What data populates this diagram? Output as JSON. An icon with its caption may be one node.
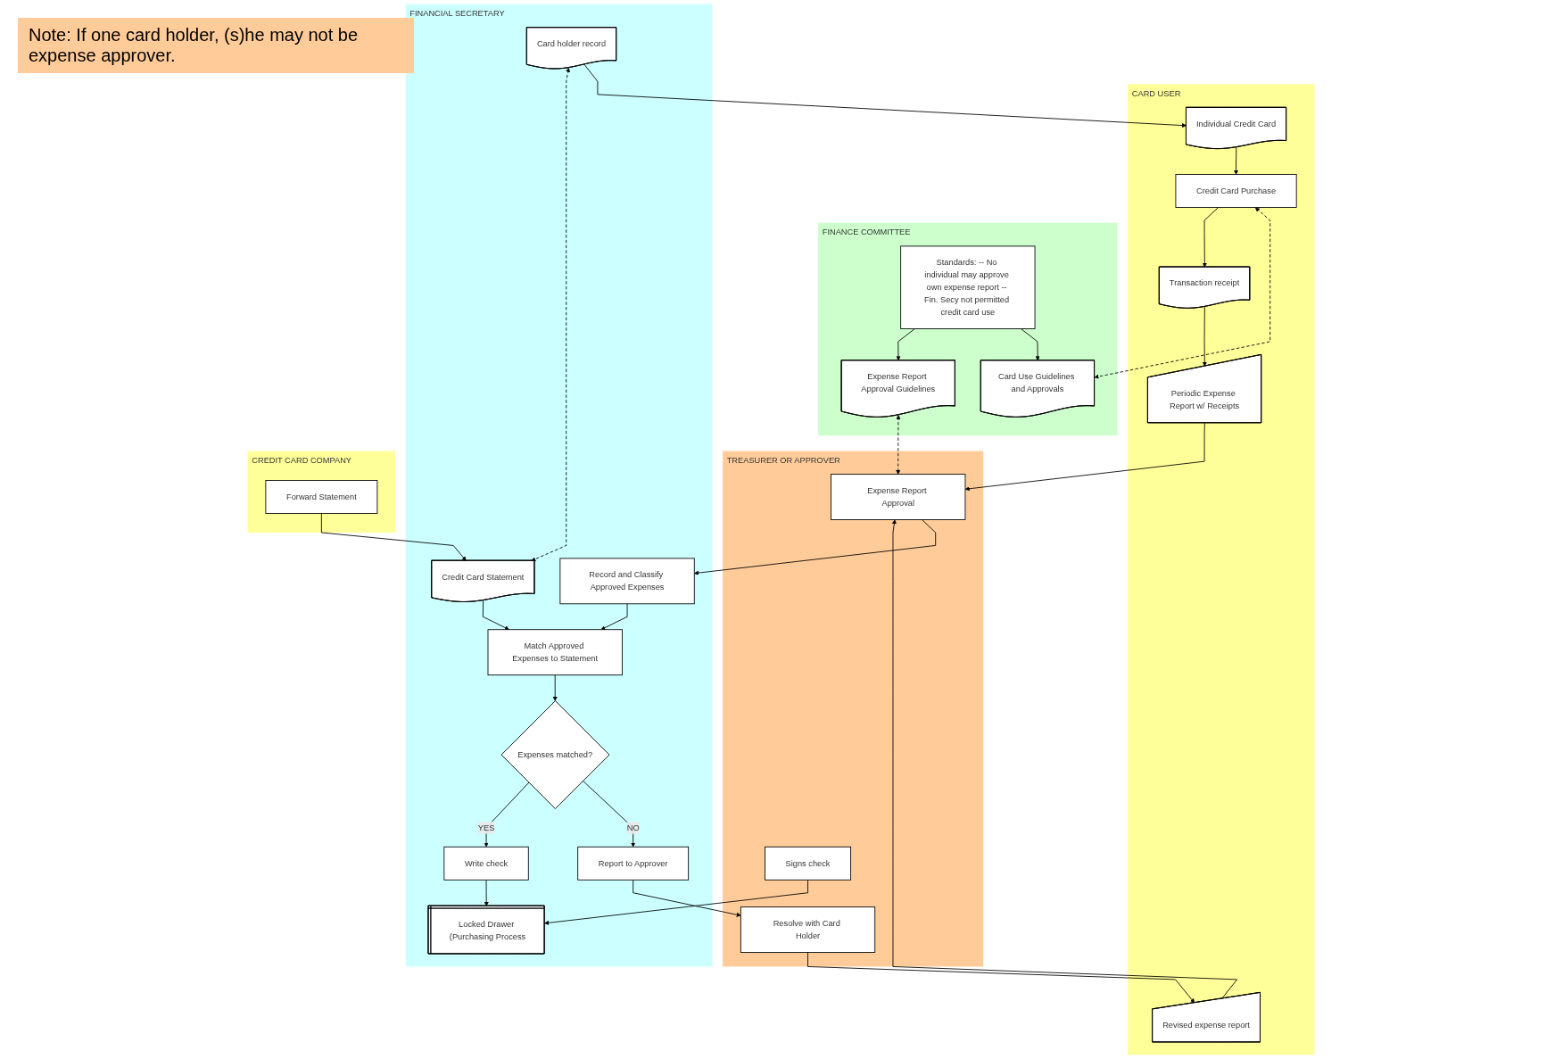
{
  "diagram": {
    "nodes": [
      {
        "text": [
          "FINANCE COMMITTEE"
        ]
      },
      {
        "text": [
          "Card Use Guidelines and Approvals"
        ],
        "in": 0
      },
      {
        "text": [
          "Expense Report Approval Guidelines"
        ],
        "in": 0
      },
      {
        "text": [
          "Standards: -- No individual may approve own expense report -- Fin. Secy not permitted credit card use"
        ],
        "in": 0
      },
      {
        "text": [
          "CARD USER"
        ]
      },
      {
        "text": [
          "Individual Credit Card"
        ],
        "in": 4
      },
      {
        "text": [
          "Credit Card Purchase"
        ],
        "in": 4
      },
      {
        "text": [
          "Transaction receipt"
        ],
        "in": 4
      },
      {
        "text": [
          "Periodic Expense Report w/ Receipts"
        ],
        "in": 4
      },
      {
        "text": [
          "Revised expense report"
        ],
        "in": 4
      },
      {
        "text": [
          "TREASURER OR APPROVER"
        ]
      },
      {
        "text": [
          "Expense Report Approval"
        ],
        "in": 10
      },
      {
        "text": [
          "Resolve with Card Holder"
        ],
        "in": 10
      },
      {
        "text": [
          "Signs check"
        ],
        "in": 10
      },
      {
        "text": [
          "FINANCIAL SECRETARY"
        ]
      },
      {
        "text": [
          "Card holder record"
        ],
        "in": 14
      },
      {
        "text": [
          "Record and Classify Approved Expenses"
        ],
        "in": 14
      },
      {
        "text": [
          "Match Approved Expenses to Statement"
        ],
        "in": 14
      },
      {
        "text": [
          "Expenses matched?"
        ],
        "in": 14
      },
      {
        "text": [
          "Report to Approver"
        ],
        "in": 14
      },
      {
        "text": [
          "Credit Card Statement"
        ],
        "in": 14
      },
      {
        "text": [
          "Write check"
        ],
        "in": 14
      },
      {
        "text": [
          "Locked Drawer (Purchasing Process"
        ],
        "in": 14
      },
      {
        "text": [
          "CREDIT CARD COMPANY"
        ]
      },
      {
        "text": [
          "Forward Statement"
        ],
        "in": 23
      }
    ],
    "edges": [
      {
        "from": 3,
        "to": 1,
        "arrow": "to"
      },
      {
        "from": 3,
        "to": 2,
        "arrow": "to"
      },
      {
        "from": 6,
        "to": 1,
        "arrow": "both",
        "style": "dashed"
      },
      {
        "from": 5,
        "to": 6,
        "arrow": "to"
      },
      {
        "from": 6,
        "to": 7,
        "arrow": "to"
      },
      {
        "from": 7,
        "to": 8,
        "arrow": "to"
      },
      {
        "from": 8,
        "to": 11,
        "arrow": "to"
      },
      {
        "from": 2,
        "to": 11,
        "arrow": "both",
        "style": "dashed"
      },
      {
        "from": 9,
        "to": 11,
        "arrow": "to"
      },
      {
        "from": 12,
        "to": 9,
        "arrow": "to"
      },
      {
        "from": 11,
        "to": 16,
        "arrow": "to"
      },
      {
        "from": 15,
        "to": 5,
        "arrow": "to"
      },
      {
        "from": 16,
        "to": 17,
        "arrow": "to"
      },
      {
        "from": 17,
        "to": 18,
        "arrow": "to"
      },
      {
        "from": 18,
        "to": 19,
        "arrow": "to",
        "label": "NO"
      },
      {
        "from": 18,
        "to": 21,
        "arrow": "to",
        "label": "YES"
      },
      {
        "from": 19,
        "to": 12,
        "arrow": "to"
      },
      {
        "from": 20,
        "to": 17,
        "arrow": "to"
      },
      {
        "from": 15,
        "to": 20,
        "arrow": "both",
        "style": "dashed"
      },
      {
        "from": 24,
        "to": 20,
        "arrow": "to"
      },
      {
        "from": 21,
        "to": 22,
        "arrow": "to"
      },
      {
        "from": 13,
        "to": 22,
        "arrow": "to"
      }
    ],
    "labels": [
      "Note:  If one card holder, (s)he may not be expense approver."
    ]
  }
}
